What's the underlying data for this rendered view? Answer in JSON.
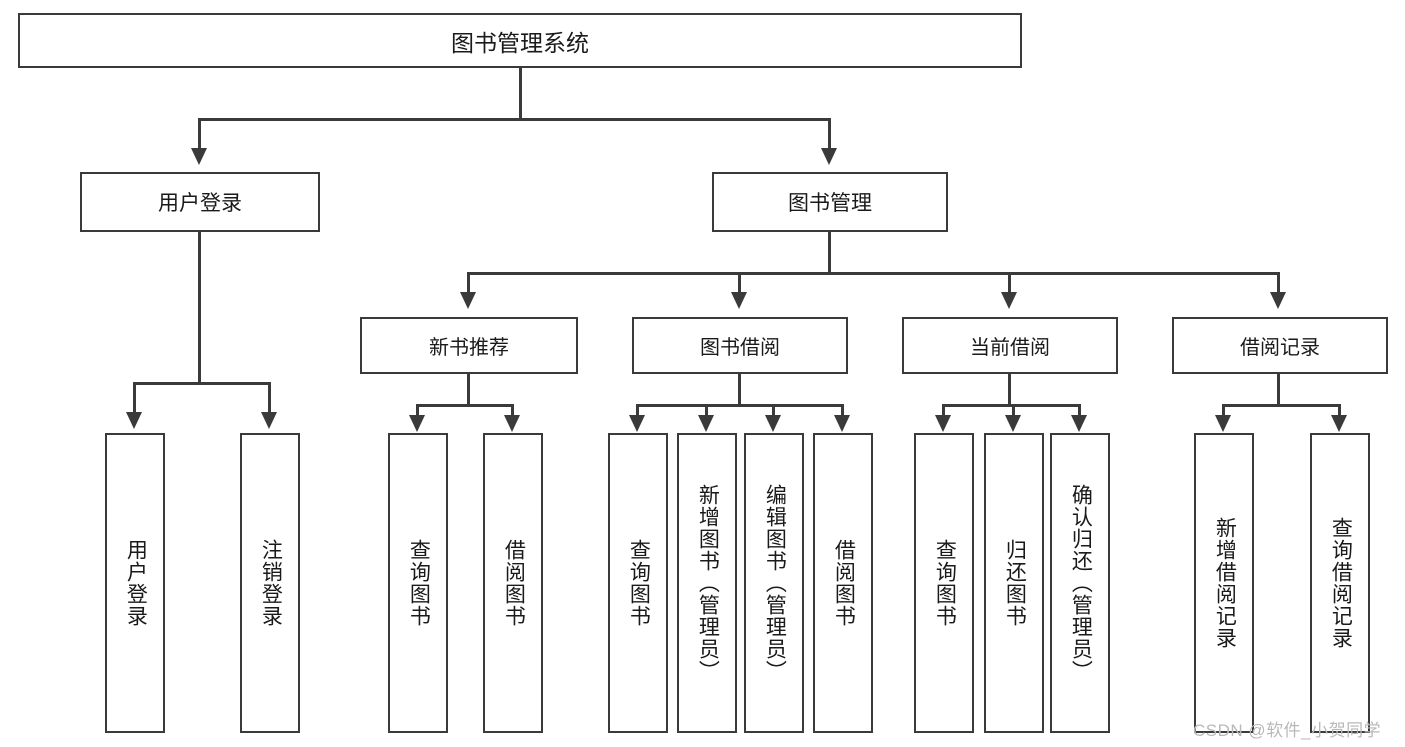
{
  "diagram": {
    "type": "tree-hierarchy",
    "root": {
      "id": "root",
      "label": "图书管理系统"
    },
    "level1": [
      {
        "id": "user-login",
        "label": "用户登录"
      },
      {
        "id": "book-management",
        "label": "图书管理"
      }
    ],
    "level2": [
      {
        "id": "new-book-recommend",
        "label": "新书推荐",
        "parent": "book-management"
      },
      {
        "id": "book-borrow",
        "label": "图书借阅",
        "parent": "book-management"
      },
      {
        "id": "current-borrow",
        "label": "当前借阅",
        "parent": "book-management"
      },
      {
        "id": "borrow-record",
        "label": "借阅记录",
        "parent": "book-management"
      }
    ],
    "leaves": {
      "user_login": [
        {
          "id": "leaf-user-login",
          "label": "用户登录"
        },
        {
          "id": "leaf-logout-login",
          "label": "注销登录"
        }
      ],
      "new_book_recommend": [
        {
          "id": "leaf-query-book-1",
          "label": "查询图书"
        },
        {
          "id": "leaf-borrow-book-1",
          "label": "借阅图书"
        }
      ],
      "book_borrow": [
        {
          "id": "leaf-query-book-2",
          "label": "查询图书"
        },
        {
          "id": "leaf-add-book",
          "label": "新增图书（管理员）"
        },
        {
          "id": "leaf-edit-book",
          "label": "编辑图书（管理员）"
        },
        {
          "id": "leaf-borrow-book-2",
          "label": "借阅图书"
        }
      ],
      "current_borrow": [
        {
          "id": "leaf-query-book-3",
          "label": "查询图书"
        },
        {
          "id": "leaf-return-book",
          "label": "归还图书"
        },
        {
          "id": "leaf-confirm-return",
          "label": "确认归还（管理员）"
        }
      ],
      "borrow_record": [
        {
          "id": "leaf-add-record",
          "label": "新增借阅记录"
        },
        {
          "id": "leaf-query-record",
          "label": "查询借阅记录"
        }
      ]
    }
  },
  "watermark": {
    "text": "CSDN @软件_小贺同学"
  },
  "colors": {
    "stroke": "#3a3a3a",
    "fill": "#ffffff",
    "text": "#1a1a1a",
    "watermark": "#b9b9b9"
  }
}
